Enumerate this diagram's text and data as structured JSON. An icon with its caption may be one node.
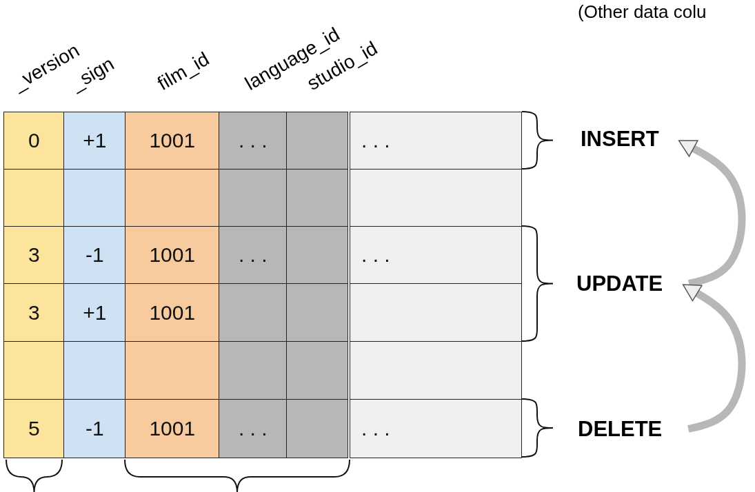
{
  "diagram": {
    "nodes": [
      {
        "text": [
          "INSERT"
        ]
      },
      {
        "text": [
          "UPDATE"
        ]
      },
      {
        "text": [
          "DELETE"
        ]
      }
    ],
    "edges": [
      {
        "from": 1,
        "to": 0,
        "arrow": "to"
      },
      {
        "from": 2,
        "to": 1,
        "arrow": "to"
      }
    ],
    "labels": [
      "(Other data colu",
      "_version",
      "_sign",
      "film_id",
      "language_id",
      "studio_id",
      "0",
      "+1",
      "1001",
      ". . .",
      ". . .",
      "3",
      "-1",
      "1001",
      ". . .",
      ". . .",
      "3",
      "+1",
      "1001",
      "5",
      "-1",
      "1001",
      ". . .",
      ". . ."
    ]
  }
}
